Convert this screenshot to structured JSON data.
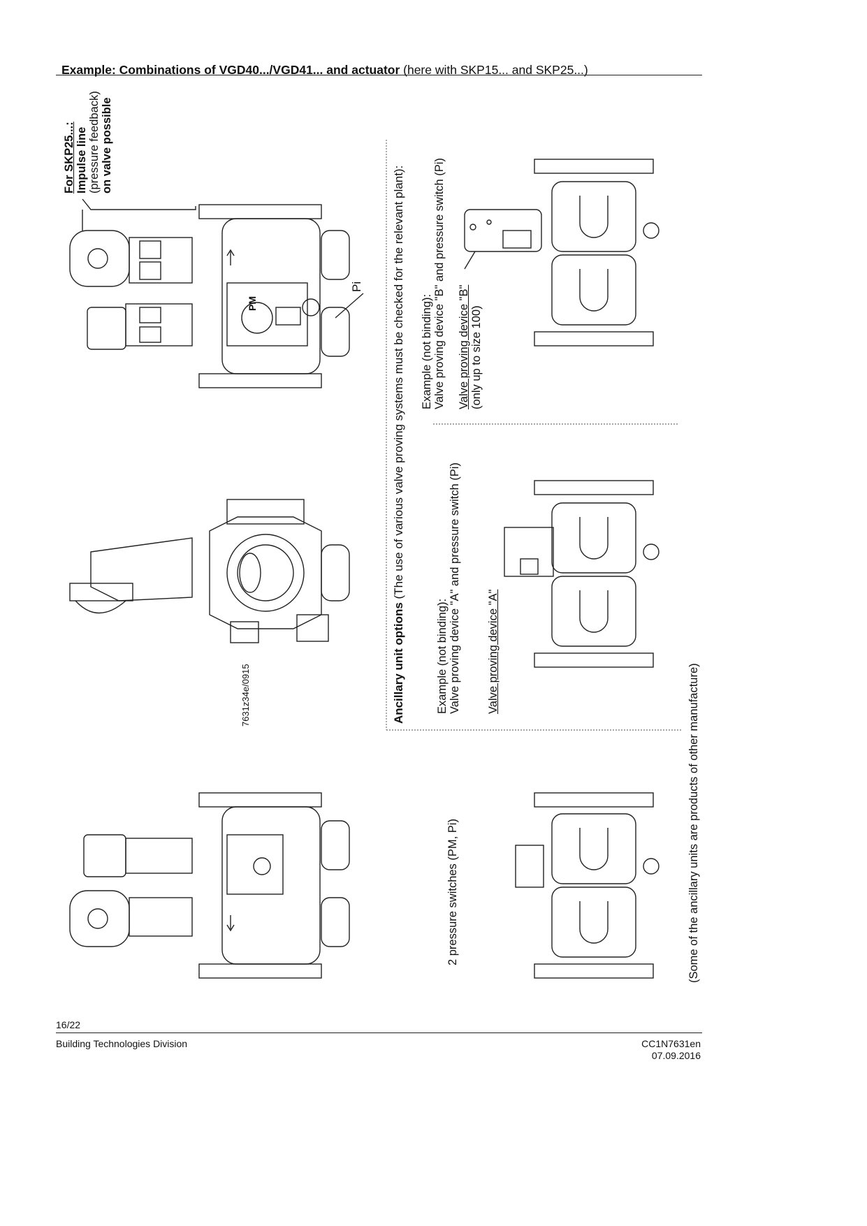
{
  "header": {
    "title_bold": "Example: Combinations of VGD40.../VGD41... and actuator",
    "title_rest": " (here with SKP15... and SKP25...)"
  },
  "impulse_note": {
    "line1": "For SKP25...:",
    "line2": "Impulse line",
    "line3": "(pressure feedback)",
    "line4": "on valve possible"
  },
  "drawing_labels": {
    "pm": "PM",
    "pi": "Pi",
    "drawing_id": "7631z34e/0915"
  },
  "ancillary": {
    "heading_bold": "Ancillary unit options",
    "heading_rest": " (The use of various valve proving systems must be checked for the relevant plant):",
    "example_b_line1": "Example (not binding):",
    "example_b_line2": "Valve proving device \"B\" and pressure switch (Pi)",
    "device_b_line1": "Valve proving device \"B\"",
    "device_b_line2": "(only up to size 100)",
    "example_a_line1": "Example (not binding):",
    "example_a_line2": "Valve proving device \"A\" and pressure switch (Pi)",
    "device_a": "Valve proving device \"A\"",
    "two_switches": "2 pressure switches (PM, Pi)",
    "other_manufacture": "(Some of the ancillary units are products of other manufacture)"
  },
  "footer": {
    "page": "16/22",
    "division": "Building Technologies Division",
    "doc_id": "CC1N7631en",
    "date": "07.09.2016"
  }
}
